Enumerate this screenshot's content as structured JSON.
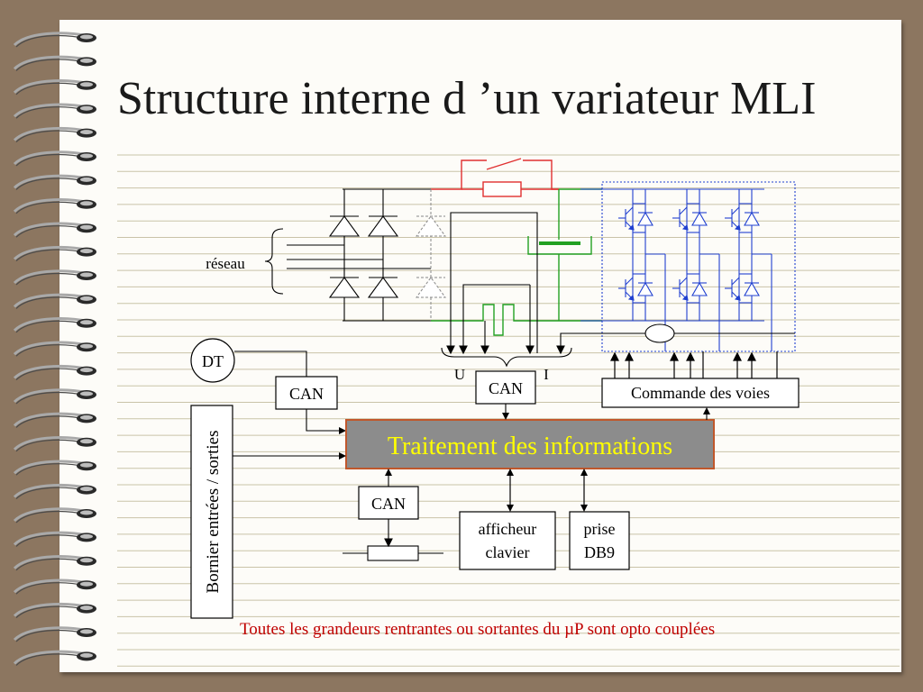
{
  "slide": {
    "title": "Structure interne d ’un variateur MLI",
    "footer_note": "Toutes les grandeurs rentrantes ou sortantes du µP sont opto couplées"
  },
  "diagram": {
    "labels": {
      "reseau": "réseau",
      "dt": "DT",
      "can_left": "CAN",
      "can_top": "CAN",
      "can_bottom": "CAN",
      "u": "U",
      "i": "I",
      "commande": "Commande des voies",
      "traitement": "Traitement des informations",
      "bornier": "Bornier entrées / sorties",
      "afficheur_line1": "afficheur",
      "afficheur_line2": "clavier",
      "prise_line1": "prise",
      "prise_line2": "DB9"
    },
    "colors": {
      "traitement_fill": "#8c8c8c",
      "traitement_text": "#ffff00",
      "traitement_border": "#c0572b",
      "precharge": "#e03030",
      "dc_bus": "#22a022",
      "inverter": "#2040d0",
      "footer_text": "#c00000"
    }
  }
}
